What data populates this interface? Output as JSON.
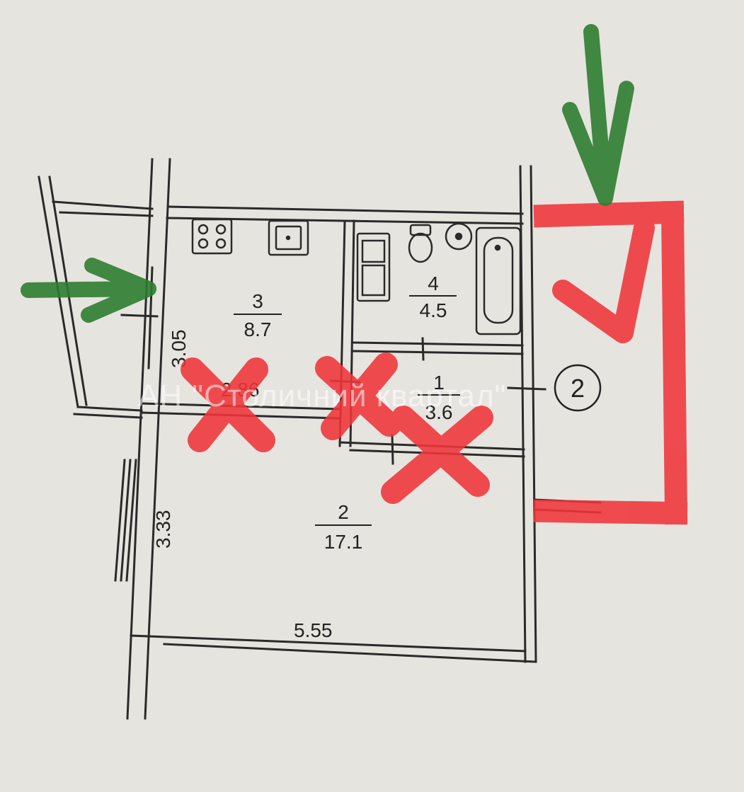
{
  "rooms": [
    {
      "number": "3",
      "area": "8.7"
    },
    {
      "number": "4",
      "area": "4.5"
    },
    {
      "number": "1",
      "area": "3.6"
    },
    {
      "number": "2",
      "area": "17.1"
    }
  ],
  "dimensions": {
    "kitchen_height": "3.05",
    "kitchen_width": "2.86",
    "room_height": "3.33",
    "room_width": "5.55"
  },
  "apartment_marker": "2",
  "watermark": "АН \"Столичний квартал\"",
  "colors": {
    "background": "#e6e4df",
    "wall": "#2a2a2a",
    "annotation_red": "#f0353a",
    "annotation_green": "#2f7d32"
  }
}
